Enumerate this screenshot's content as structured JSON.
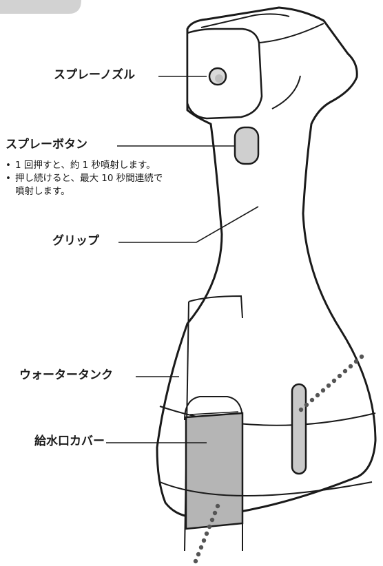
{
  "labels": {
    "spray_nozzle": "スプレーノズル",
    "spray_button": "スプレーボタン",
    "grip": "グリップ",
    "water_tank": "ウォータータンク",
    "fill_port_cover": "給水口カバー"
  },
  "spray_button_notes": [
    "1 回押すと、約 1 秒噴射します。",
    "押し続けると、最大 10 秒間連続で\n噴射します。"
  ]
}
